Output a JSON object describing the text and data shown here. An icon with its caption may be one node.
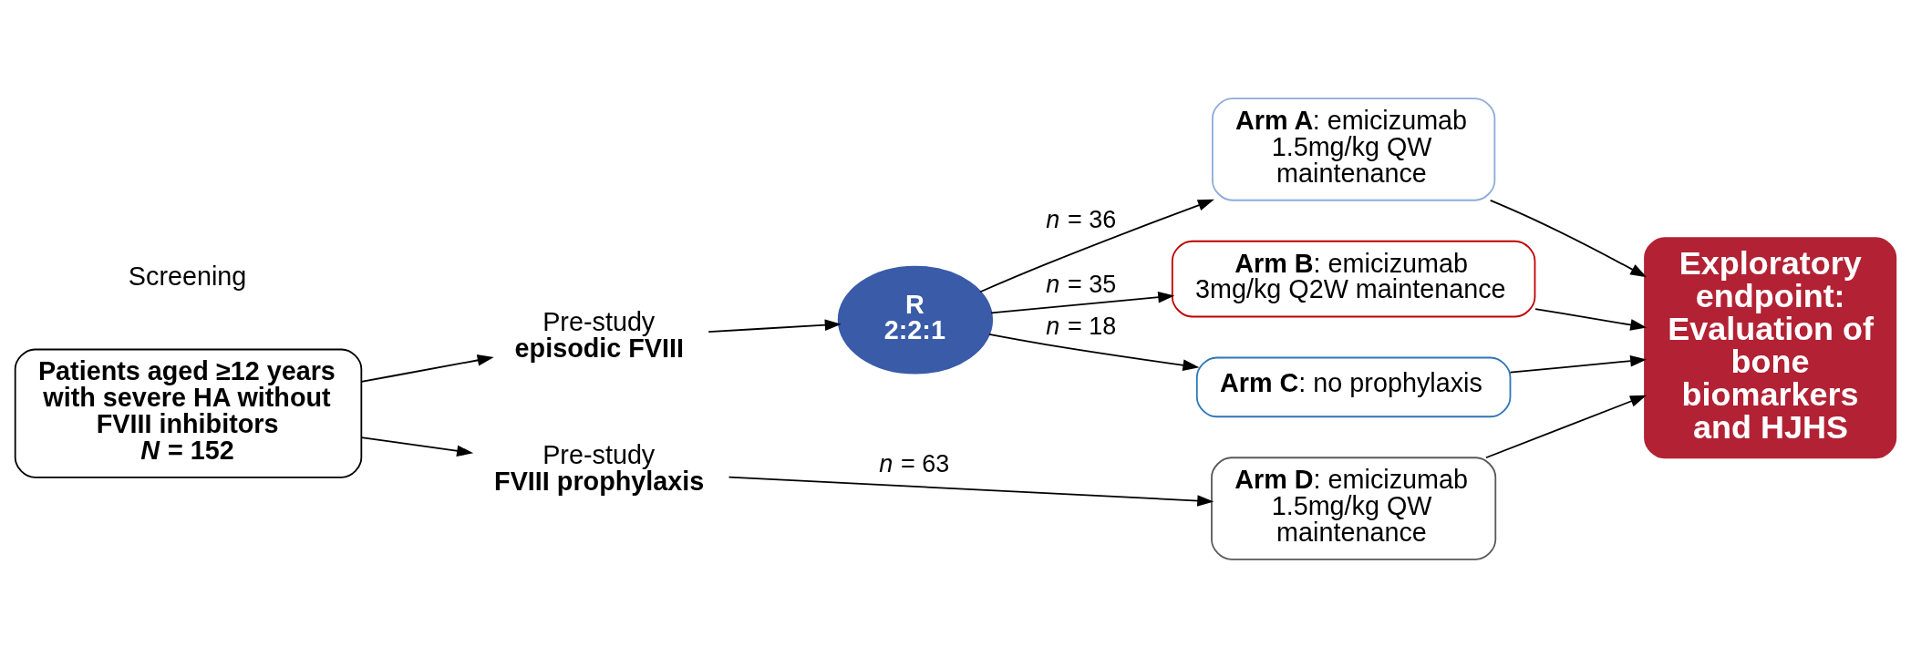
{
  "diagram": {
    "nodes": [
      {
        "text": [
          "Patients aged ≥12 years with severe HA without FVIII inhibitors",
          "*N* = 152"
        ],
        "beside": [
          "Screening"
        ]
      },
      {
        "text": [
          "Pre-study",
          "episodic FVIII"
        ]
      },
      {
        "text": [
          "R 2:2:1"
        ]
      },
      {
        "text": [
          "**Arm A**: emicizumab 1.5mg/kg QW maintenance"
        ]
      },
      {
        "text": [
          "**Arm B**: emicizumab 3mg/kg Q2W maintenance"
        ]
      },
      {
        "text": [
          "**Arm C**: no prophylaxis"
        ]
      },
      {
        "text": [
          "Pre-study",
          "FVIII prophylaxis"
        ]
      },
      {
        "text": [
          "**Arm D**: emicizumab 1.5mg/kg QW maintenance"
        ]
      },
      {
        "text": [
          "Exploratory endpoint: Evaluation of bone biomarkers and HJHS"
        ]
      }
    ],
    "edges": [
      {
        "from": 0,
        "to": 1,
        "arrow": "to"
      },
      {
        "from": 0,
        "to": 6,
        "arrow": "to"
      },
      {
        "from": 1,
        "to": 2,
        "arrow": "to"
      },
      {
        "from": 2,
        "to": 3,
        "arrow": "to",
        "label": "*n* = 36"
      },
      {
        "from": 2,
        "to": 4,
        "arrow": "to",
        "label": "*n* = 35"
      },
      {
        "from": 2,
        "to": 5,
        "arrow": "to",
        "label": "*n* = 18"
      },
      {
        "from": 6,
        "to": 7,
        "arrow": "to",
        "label": "*n* = 63"
      },
      {
        "from": 3,
        "to": 8,
        "arrow": "to"
      },
      {
        "from": 4,
        "to": 8,
        "arrow": "to"
      },
      {
        "from": 5,
        "to": 8,
        "arrow": "to"
      },
      {
        "from": 7,
        "to": 8,
        "arrow": "to"
      }
    ]
  }
}
